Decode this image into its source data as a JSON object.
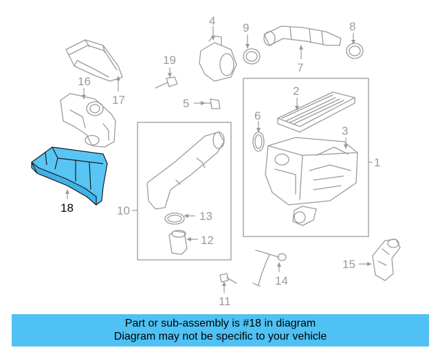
{
  "highlight_color": "#58c5f5",
  "caption_color": "#4fc1f4",
  "callouts": {
    "c1": "1",
    "c2": "2",
    "c3": "3",
    "c4": "4",
    "c5": "5",
    "c6": "6",
    "c7": "7",
    "c8": "8",
    "c9": "9",
    "c10": "10",
    "c11": "11",
    "c12": "12",
    "c13": "13",
    "c14": "14",
    "c15": "15",
    "c16": "16",
    "c17": "17",
    "c18": "18",
    "c19": "19"
  },
  "caption": {
    "line1": "Part or sub-assembly is #18 in diagram",
    "line2": "Diagram may not be specific to your vehicle"
  }
}
